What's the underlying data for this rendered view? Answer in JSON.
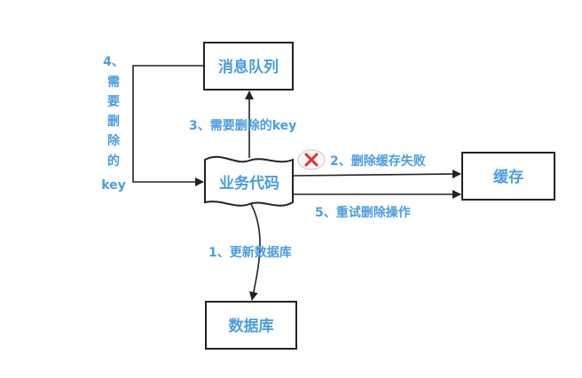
{
  "nodes": {
    "message_queue": "消息队列",
    "business_code": "业务代码",
    "cache": "缓存",
    "database": "数据库"
  },
  "edges": {
    "step1": "1、更新数据库",
    "step2": "2、删除缓存失败",
    "step3": "3、需要删除的key",
    "step4_lines": [
      "4、",
      "需",
      "要",
      "删",
      "除",
      "的",
      "key"
    ],
    "step5": "5、重试删除操作"
  },
  "colors": {
    "label_blue": "#4a9de0",
    "line_black": "#222222",
    "fail_red": "#e03030"
  },
  "icons": {
    "fail_marker": "red-x-icon"
  }
}
